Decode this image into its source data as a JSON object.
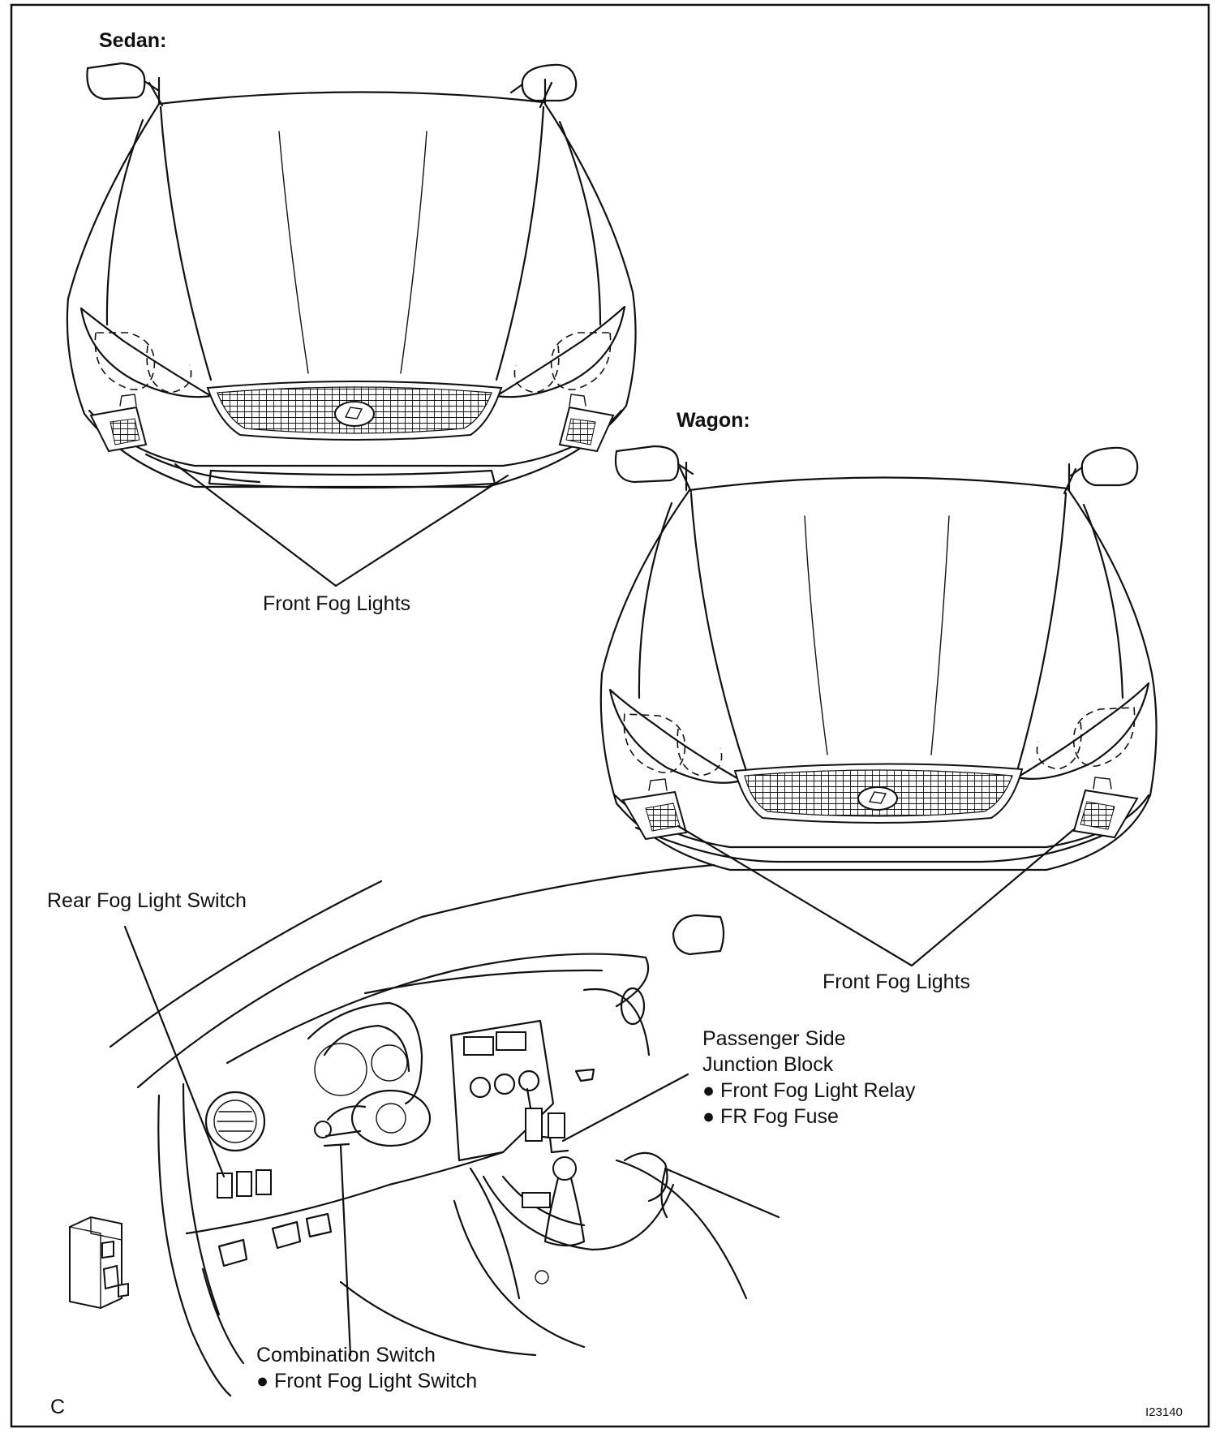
{
  "title_sedan": "Sedan:",
  "title_wagon": "Wagon:",
  "sedan_fog_label": "Front Fog Lights",
  "wagon_fog_label": "Front Fog Lights",
  "rear_fog_switch_label": "Rear Fog Light Switch",
  "junction_block": {
    "line1": "Passenger Side",
    "line2": "Junction Block",
    "bullet1": "● Front Fog Light Relay",
    "bullet2": "● FR Fog Fuse"
  },
  "combination_switch": {
    "line1": "Combination Switch",
    "bullet1": "● Front Fog Light Switch"
  },
  "corner_letter": "C",
  "figure_code": "I23140"
}
